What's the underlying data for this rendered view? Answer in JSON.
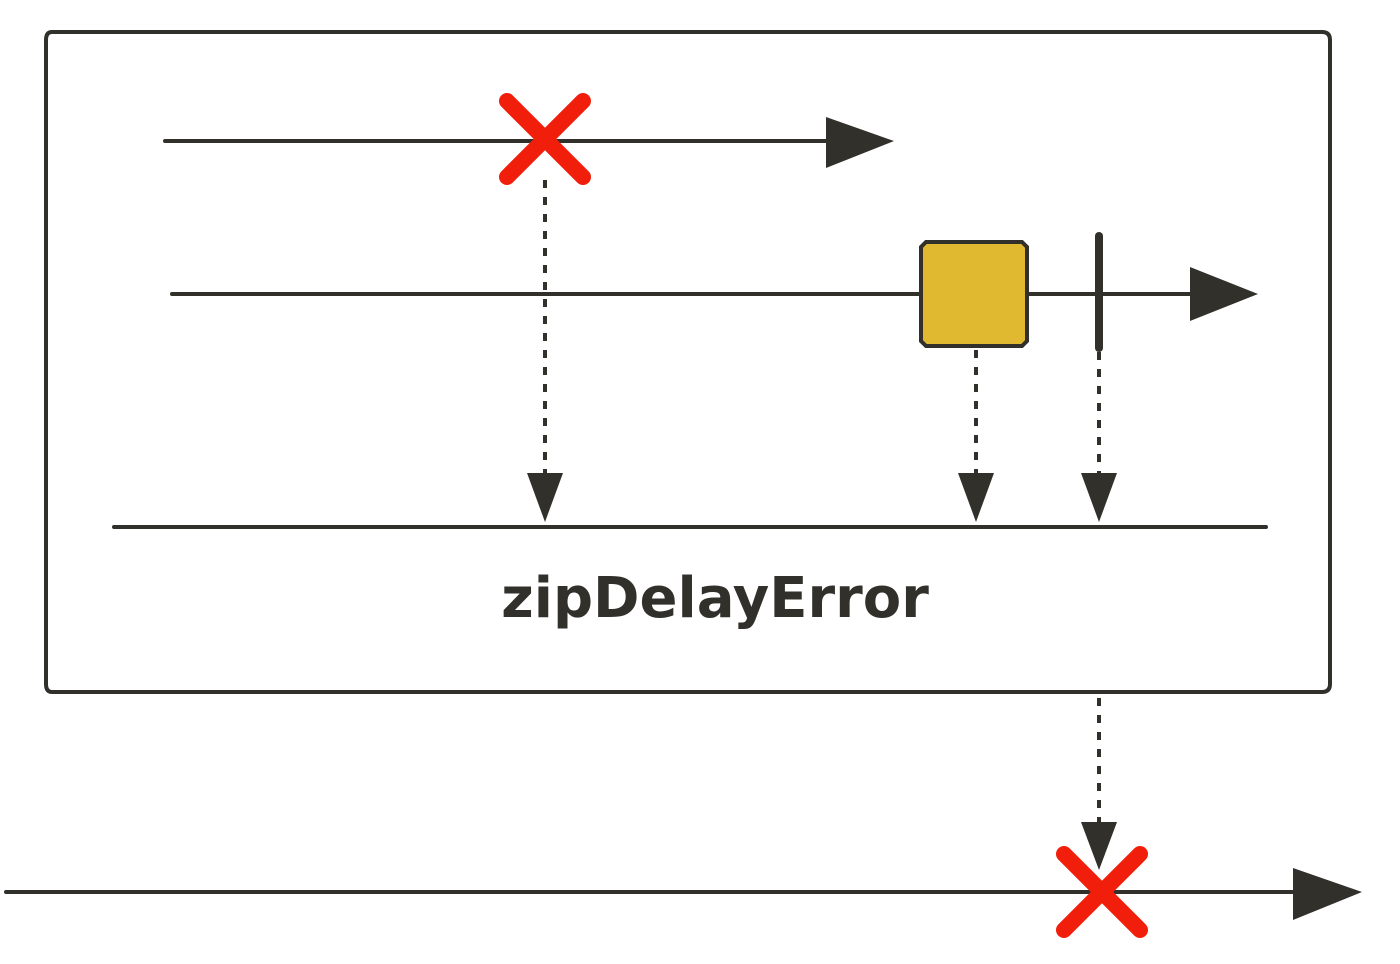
{
  "operator": {
    "name": "zipDelayError"
  },
  "colors": {
    "line": "#32302b",
    "error": "#f01e0a",
    "item": "#e1b930",
    "box_border": "#32302b",
    "background": "#ffffff"
  },
  "sources": [
    {
      "id": "source-1",
      "events": [
        {
          "kind": "error",
          "icon": "error-x-icon"
        }
      ]
    },
    {
      "id": "source-2",
      "events": [
        {
          "kind": "item",
          "shape": "square",
          "color": "#e1b930"
        },
        {
          "kind": "complete"
        }
      ]
    }
  ],
  "output": {
    "events": [
      {
        "kind": "error",
        "icon": "error-x-icon"
      }
    ]
  }
}
